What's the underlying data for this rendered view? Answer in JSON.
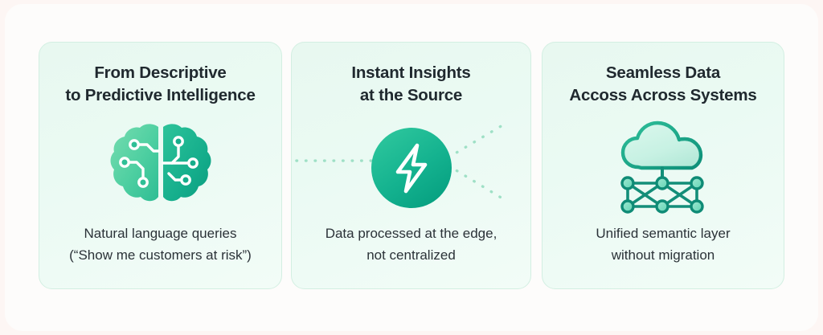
{
  "theme": {
    "page_background": "#fdf6f4",
    "panel_background": "#fdfcfb",
    "card_background_start": "#e8f8f0",
    "card_background_end": "#f2fcf7",
    "card_border": "#d3efe2",
    "accent_teal": "#18b08d",
    "accent_teal_dark": "#0e8f77",
    "accent_green_light": "#5fd6a6",
    "title_color": "#20292f",
    "caption_color": "#2b3238",
    "dotted_line_color": "#9fe0c6"
  },
  "cards": [
    {
      "id": "descriptive-to-predictive",
      "title_lines": [
        "From Descriptive",
        "to Predictive Intelligence"
      ],
      "icon": "brain-circuit-icon",
      "caption_lines": [
        "Natural language queries",
        "(“Show me customers at risk”)"
      ]
    },
    {
      "id": "instant-insights",
      "title_lines": [
        "Instant Insights",
        "at the Source"
      ],
      "icon": "lightning-bolt-icon",
      "caption_lines": [
        "Data processed at the edge,",
        "not centralized"
      ]
    },
    {
      "id": "seamless-data-access",
      "title_lines": [
        "Seamless Data",
        "Accoss Across Systems"
      ],
      "icon": "cloud-network-icon",
      "caption_lines": [
        "Unified semantic layer",
        "without migration"
      ]
    }
  ]
}
